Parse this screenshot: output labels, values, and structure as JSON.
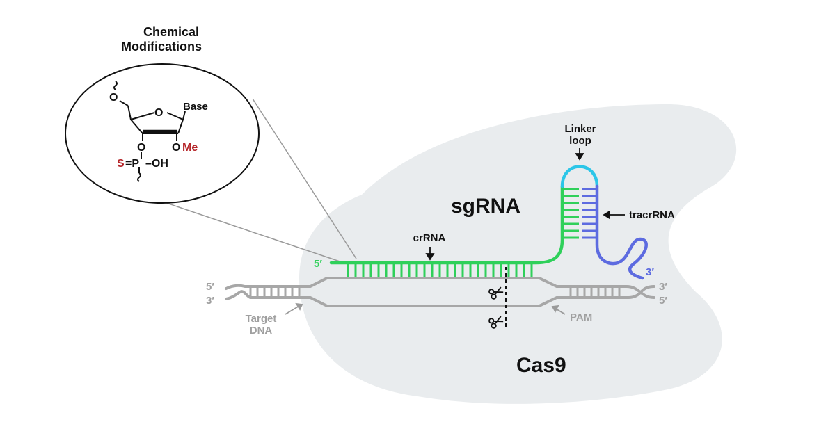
{
  "colors": {
    "crna_green": "#2fd05a",
    "tracr_purple": "#5d6be0",
    "loop_cyan": "#2cc6e8",
    "dna_gray": "#a7a7a7",
    "cas9_fill": "#e9ecee",
    "chem_red": "#b5262a",
    "text_dark": "#111111"
  },
  "title": {
    "line1": "Chemical",
    "line2": "Modifications"
  },
  "chem": {
    "ring_o": "O",
    "top_o": "O",
    "base": "Base",
    "o3": "O",
    "o2": "O",
    "methyl": "Me",
    "sulfur": "S",
    "bond_to_p": "=P",
    "p_oh": "–OH"
  },
  "labels": {
    "sgrna": "sgRNA",
    "cas9": "Cas9",
    "crrna": "crRNA",
    "tracrrna": "tracrRNA",
    "linker_line1": "Linker",
    "linker_line2": "loop",
    "target_line1": "Target",
    "target_line2": "DNA",
    "pam": "PAM",
    "rna_5prime": "5′",
    "rna_3prime": "3′",
    "dna_left_top": "5′",
    "dna_left_bottom": "3′",
    "dna_right_top": "3′",
    "dna_right_bottom": "5′"
  },
  "icons": {
    "cut_top": "scissors-icon",
    "cut_bottom": "scissors-icon"
  }
}
